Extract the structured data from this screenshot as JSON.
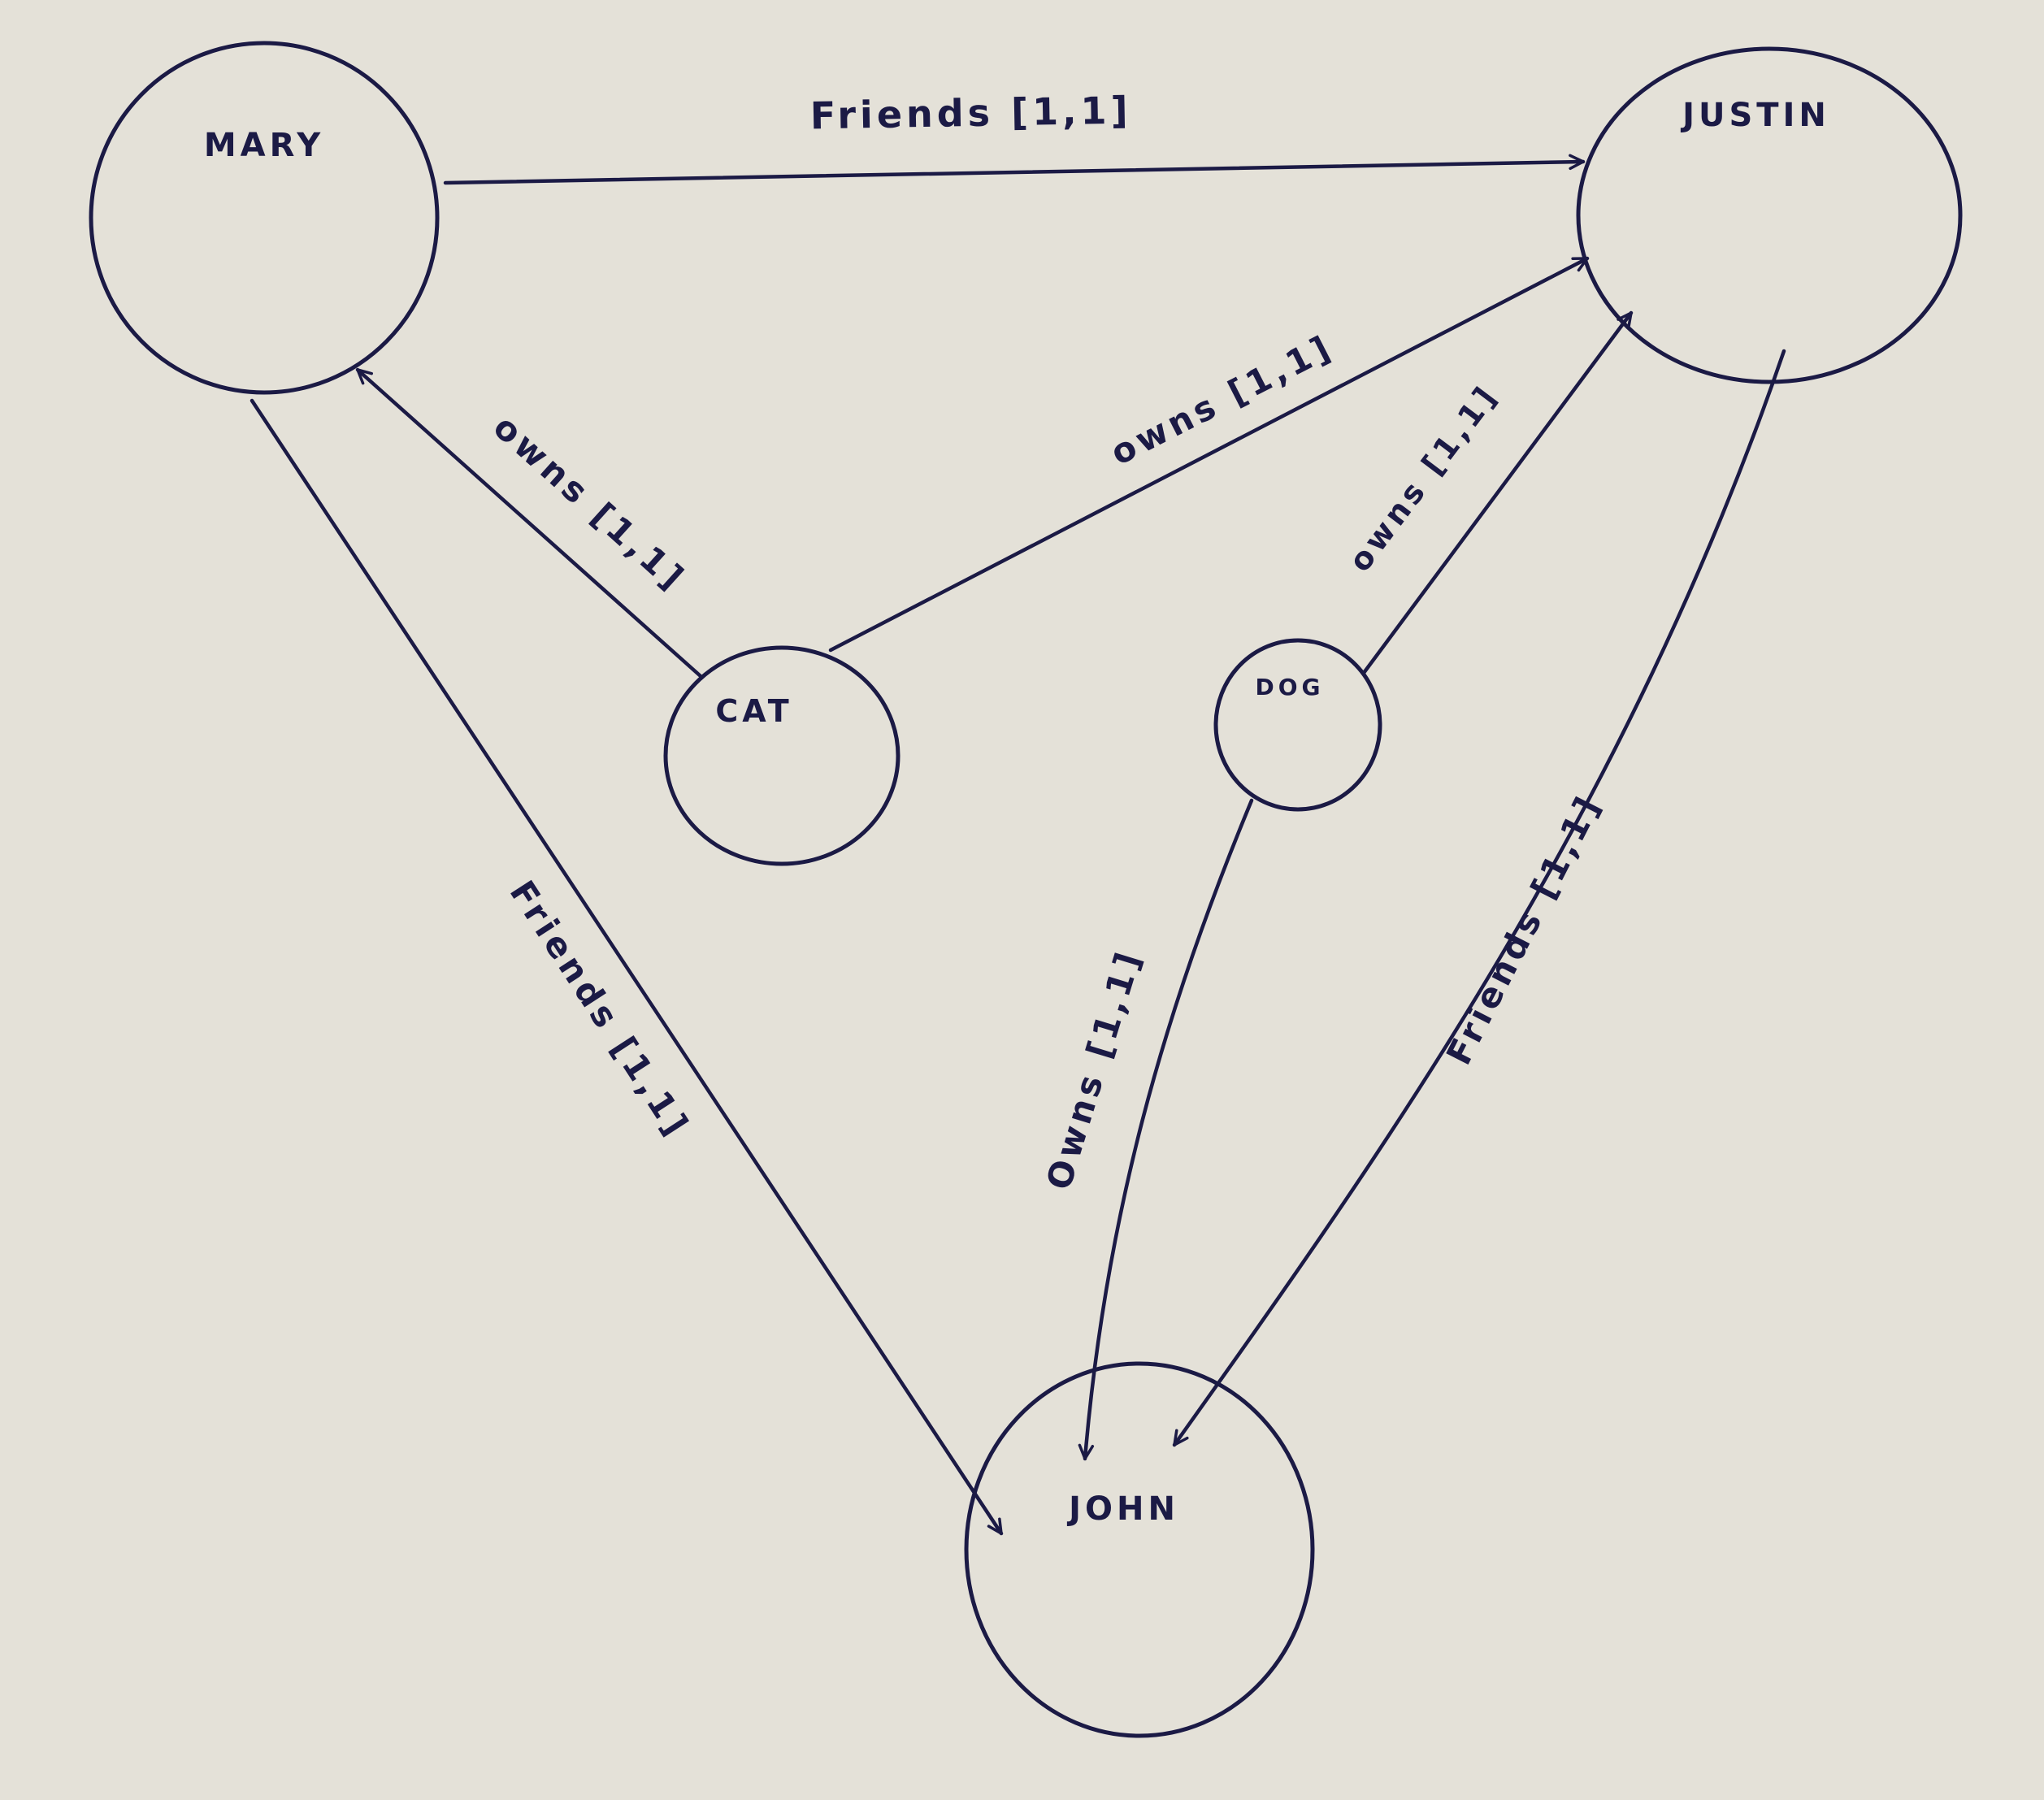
{
  "colors": {
    "paper": "#e4e1d8",
    "ink": "#1b1a45"
  },
  "nodes": {
    "mary": "MARY",
    "justin": "JUSTIN",
    "john": "JOHN",
    "cat": "CAT",
    "dog": "DOG"
  },
  "edges": {
    "mary_justin": {
      "label": "Friends [1,1]"
    },
    "cat_mary": {
      "label": "owns [1,1]"
    },
    "cat_justin": {
      "label": "owns [1,1]"
    },
    "dog_justin": {
      "label": "owns [1,1]"
    },
    "mary_john": {
      "label": "Friends [1,1]"
    },
    "dog_john": {
      "label": "Owns [1,1]"
    },
    "justin_john": {
      "label": "Friends [1,1]"
    }
  }
}
